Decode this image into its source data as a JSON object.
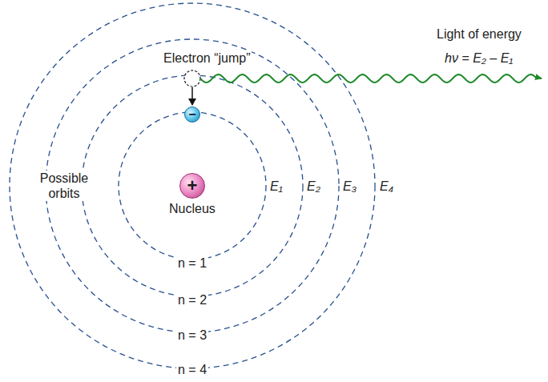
{
  "diagram": {
    "nodes": [
      {
        "text": [
          "+",
          "Nucleus"
        ]
      },
      {
        "text": [
          "−"
        ]
      }
    ],
    "labels": [
      "Electron “jump”",
      "Light of energy",
      "hν = E₂ – E₁",
      "Possible orbits",
      "E₁",
      "E₂",
      "E₃",
      "E₄",
      "n = 1",
      "n = 2",
      "n = 3",
      "n = 4"
    ]
  }
}
